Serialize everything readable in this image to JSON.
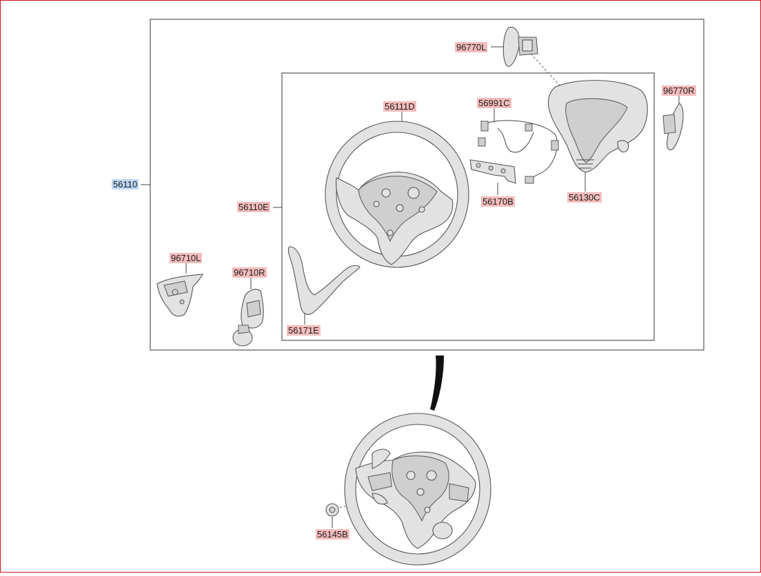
{
  "callouts": {
    "assembly": "56110",
    "wheel_sub": "56110E",
    "wheel_body": "56111D",
    "wiring": "56991C",
    "bracket": "56170B",
    "cover": "56130C",
    "lower_cover": "56171E",
    "paddle_left": "96770L",
    "paddle_right": "96770R",
    "switch_left": "96710L",
    "switch_right": "96710R",
    "plug": "56145B"
  },
  "colors": {
    "highlight": "#f4bcbc",
    "selected": "#bcd6f4",
    "border": "#c8121b"
  }
}
